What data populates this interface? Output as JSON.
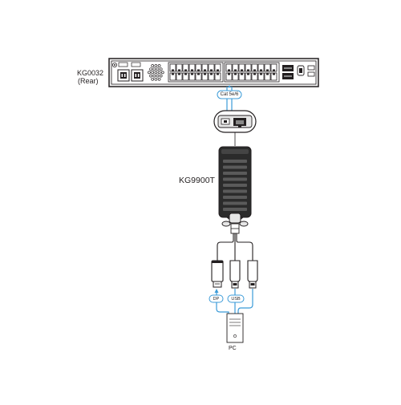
{
  "labels": {
    "switch_model": "KG0032",
    "switch_side": "(Rear)",
    "cable": "Cat 5e/6",
    "adapter_model": "KG9900T",
    "dp": "DP",
    "usb": "USB",
    "pc": "PC"
  },
  "colors": {
    "line": "#231f20",
    "cable_blue": "#3b9bd8",
    "body_dark": "#2b2b2b",
    "panel_gray": "#e6e6e6"
  },
  "icons": [
    "power-inlet-icon",
    "rj45-port-icon",
    "displayport-plug-icon",
    "usb-plug-icon",
    "pc-tower-icon"
  ]
}
